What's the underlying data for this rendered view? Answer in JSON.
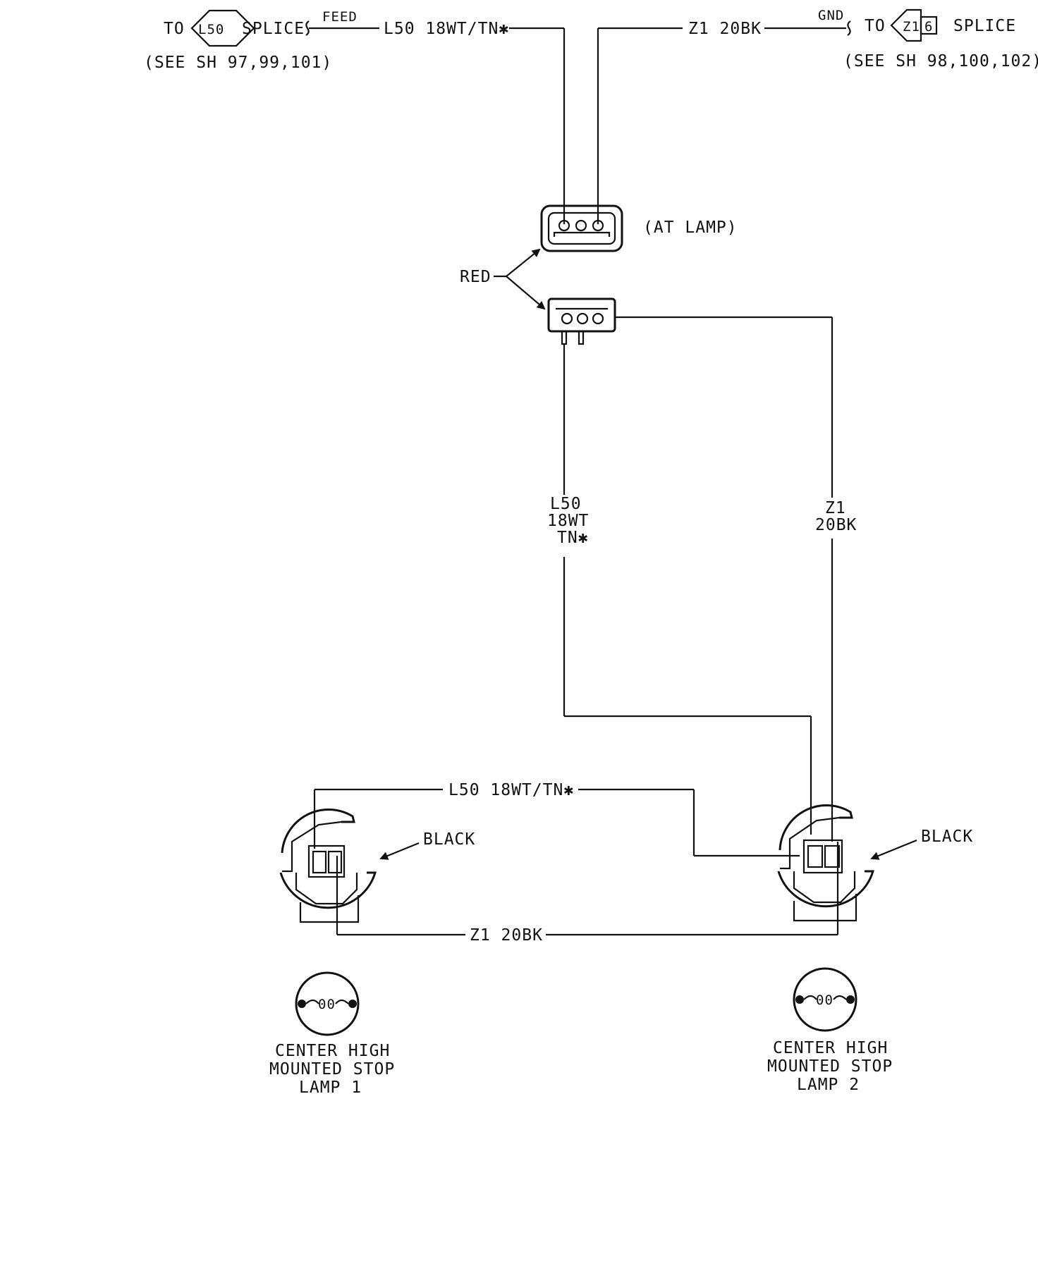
{
  "top_left": {
    "to": "TO",
    "splice_id": "L50",
    "splice": "SPLICE",
    "feed": "FEED",
    "wire": "L50 18WT/TN✱",
    "ref": "(SEE SH 97,99,101)"
  },
  "top_right": {
    "wire": "Z1 20BK",
    "gnd": "GND",
    "to": "TO",
    "splice_id": "Z1",
    "splice_num": "6",
    "splice": "SPLICE",
    "ref": "(SEE SH 98,100,102)"
  },
  "connector": {
    "at_lamp": "(AT LAMP)",
    "red": "RED"
  },
  "vertical_left": {
    "l1": "L50",
    "l2": "18WT",
    "l3": "TN✱"
  },
  "vertical_right": {
    "l1": "Z1",
    "l2": "20BK"
  },
  "lamp_wires": {
    "feed": "L50 18WT/TN✱",
    "ground": "Z1 20BK"
  },
  "lamp1": {
    "socket_color": "BLACK",
    "name_l1": "CENTER HIGH",
    "name_l2": "MOUNTED STOP",
    "name_l3": "LAMP 1"
  },
  "lamp2": {
    "socket_color": "BLACK",
    "name_l1": "CENTER HIGH",
    "name_l2": "MOUNTED STOP",
    "name_l3": "LAMP 2"
  },
  "bulb_glyph": "00"
}
